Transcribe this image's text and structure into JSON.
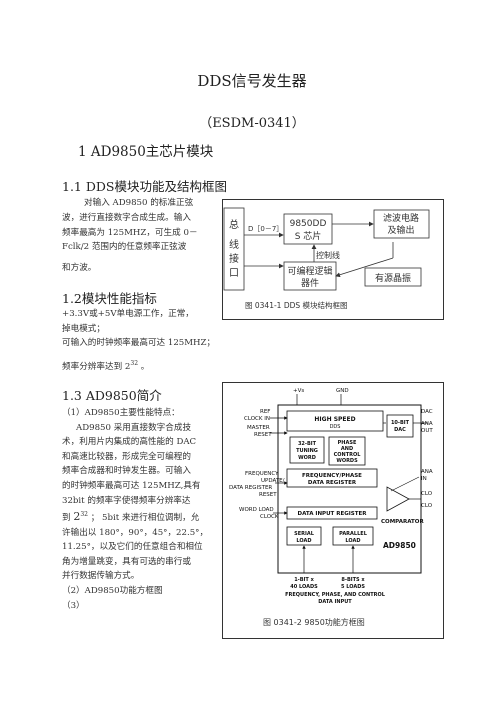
{
  "doc": {
    "title": "DDS信号发生器",
    "subtitle": "（ESDM-0341）",
    "section1": "1  AD9850主芯片模块",
    "s11_title": "1.1 DDS模块功能及结构框图",
    "s11_lines": [
      "对输入 AD9850 的标准正弦",
      "波，进行直接数字合成生成。输入",
      "频率最高为 125MHZ，可生成 0－",
      "Fclk/2 范围内的任意频率正弦波",
      "和方波。"
    ],
    "s12_title": "1.2模块性能指标",
    "s12_lines": [
      "+3.3V或+5V单电源工作，正常，",
      "掉电模式；",
      "可输入的时钟频率最高可达 125MHZ；",
      "频率分辨率达到",
      "2",
      "32",
      "。"
    ],
    "s13_title": "1.3 AD9850简介",
    "s13_lines": [
      "（1）AD9850主要性能特点：",
      "AD9850 采用直接数字合成技",
      "术，利用片内集成的高性能的 DAC",
      "和高速比较器，形成完全可编程的",
      "频率合成器和时钟发生器。可输入",
      "的时钟频率最高可达 125MHZ,具有",
      "32bit 的频率字使得频率分辨率达",
      "到",
      "2",
      "32",
      "；  5bit 来进行相位调制，允",
      "许输出以 180°，90°，45°，22.5°，",
      "11.25°，以及它们的任意组合和相位",
      "角为增量跳变，具有可选的串行或",
      "并行数据传输方式。",
      "（2）AD9850功能方框图",
      "（3）"
    ]
  },
  "fig1": {
    "bus_label": "总\n线\n接\n口",
    "bus_chars": [
      "总",
      "线",
      "接",
      "口"
    ],
    "data_label": "D［0－7］",
    "chip_label_1": "9850DD",
    "chip_label_2": "S 芯片",
    "filter_1": "滤波电路",
    "filter_2": "及输出",
    "control_label": "控制线",
    "logic_1": "可编程逻辑",
    "logic_2": "器件",
    "osc_label": "有源晶振",
    "caption": "图 0341-1     DDS 模块结构框图"
  },
  "fig2": {
    "vs": "+Vs",
    "gnd": "GND",
    "ref_clock": "REF",
    "clock_in": "CLOCK IN",
    "master": "MASTER",
    "reset": "RESET",
    "freq_update": "FREQUENCY",
    "update2": "UPDATE/",
    "data_reg_reset": "DATA REGISTER",
    "reset2": "RESET",
    "word_load": "WORD LOAD",
    "clock": "CLOCK",
    "high_speed": "HIGH SPEED",
    "dds": "DDS",
    "tuning_1": "32-BIT",
    "tuning_2": "TUNING",
    "tuning_3": "WORD",
    "phase_1": "PHASE",
    "phase_2": "AND",
    "phase_3": "CONTROL",
    "phase_4": "WORDS",
    "fp_reg_1": "FREQUENCY/PHASE",
    "fp_reg_2": "DATA REGISTER",
    "data_input_reg": "DATA INPUT REGISTER",
    "dac_1": "10-BIT",
    "dac_2": "DAC",
    "dac_out": "DAC",
    "analog_out_1": "ANA",
    "analog_out_2": "OUT",
    "analog_in_1": "ANA",
    "analog_in_2": "IN",
    "clk_out": "CLO",
    "clk_out2": "CLO",
    "comparator": "COMPARATOR",
    "chip": "AD9850",
    "serial": "SERIAL",
    "load": "LOAD",
    "parallel": "PARALLEL",
    "load2": "LOAD",
    "serial_bits": "1-BIT x",
    "serial_loads": "40 LOADS",
    "par_bits": "8-BITS x",
    "par_loads": "5 LOADS",
    "bottom_1": "FREQUENCY, PHASE, AND CONTROL",
    "bottom_2": "DATA INPUT",
    "caption": "图 0341-2     9850功能方框图"
  }
}
